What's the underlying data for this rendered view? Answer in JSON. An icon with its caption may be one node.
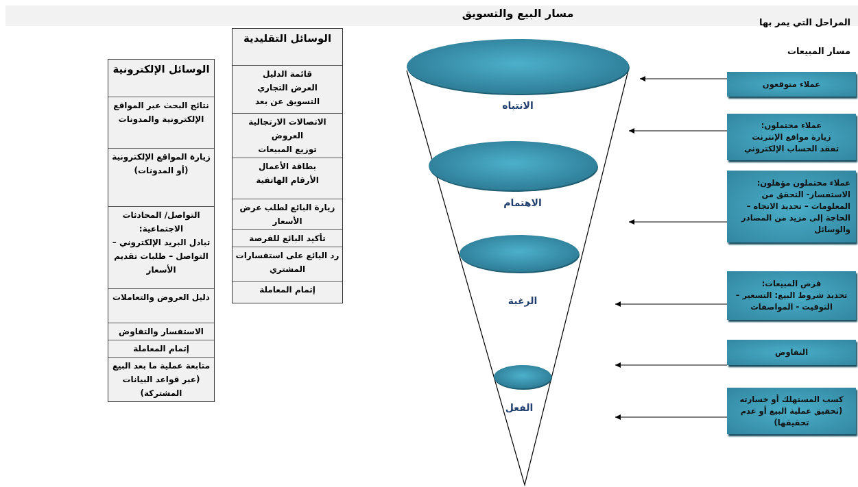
{
  "diagram": {
    "title": "مسار البيع والتسويق",
    "nodes": [
      {
        "text": [
          "عملاء متوقعون"
        ]
      },
      {
        "text": [
          "عملاء محتملون:",
          "زيارة مواقع الإنترنت",
          "تفقد الحساب الإلكتروني"
        ]
      },
      {
        "text": [
          "عملاء محتملون مؤهلون:",
          "الاستفسار- التحقق من المعلومات – تحديد الاتجاه – الحاجة إلى مزيد من المصادر والوسائل"
        ]
      },
      {
        "text": [
          "فرص المبيعات:",
          "تحديد شروط البيع: التسعير – التوقيت - المواصفات"
        ]
      },
      {
        "text": [
          "التفاوض"
        ]
      },
      {
        "text": [
          "كسب المستهلك أو خسارته (تحقيق عملية البيع أو عدم تحقيقها)"
        ]
      }
    ],
    "edges": [
      {
        "from": 0,
        "to": null,
        "arrow": "to"
      },
      {
        "from": 1,
        "to": null,
        "arrow": "to"
      },
      {
        "from": 2,
        "to": null,
        "arrow": "to"
      },
      {
        "from": 3,
        "to": null,
        "arrow": "to"
      },
      {
        "from": 4,
        "to": null,
        "arrow": "to"
      },
      {
        "from": 5,
        "to": null,
        "arrow": "to"
      }
    ],
    "labels": [
      "المراحل التي يمر بها مسار المبيعات",
      "الوسائل التقليدية",
      "قائمة الدليل",
      "العرض التجاري",
      "التسويق عن بعد",
      "الاتصالات الارتجالية",
      "العروض",
      "توزيع المبيعات",
      "بطاقة الأعمال",
      "الأرقام الهاتفية",
      "زيارة البائع لطلب عرض الأسعار",
      "تأكيد البائع للفرصة",
      "رد البائع على استفسارات المشتري",
      "إتمام المعاملة",
      "الوسائل الإلكترونية",
      "نتائج البحث عبر المواقع الإلكترونية والمدونات",
      "زيارة المواقع الإلكترونية (أو المدونات)",
      "التواصل/ المحادثات الاجتماعية:",
      "تبادل البريد الإلكتروني – التواصل – طلبات تقديم الأسعار",
      "دليل العروض والتعاملات",
      "الاستفسار والتفاوض",
      "إتمام المعاملة",
      "متابعة عملية ما بعد البيع (عبر قواعد البيانات المشتركة)",
      "الانتباه",
      "الاهتمام",
      "الرغبة",
      "الفعل"
    ]
  }
}
